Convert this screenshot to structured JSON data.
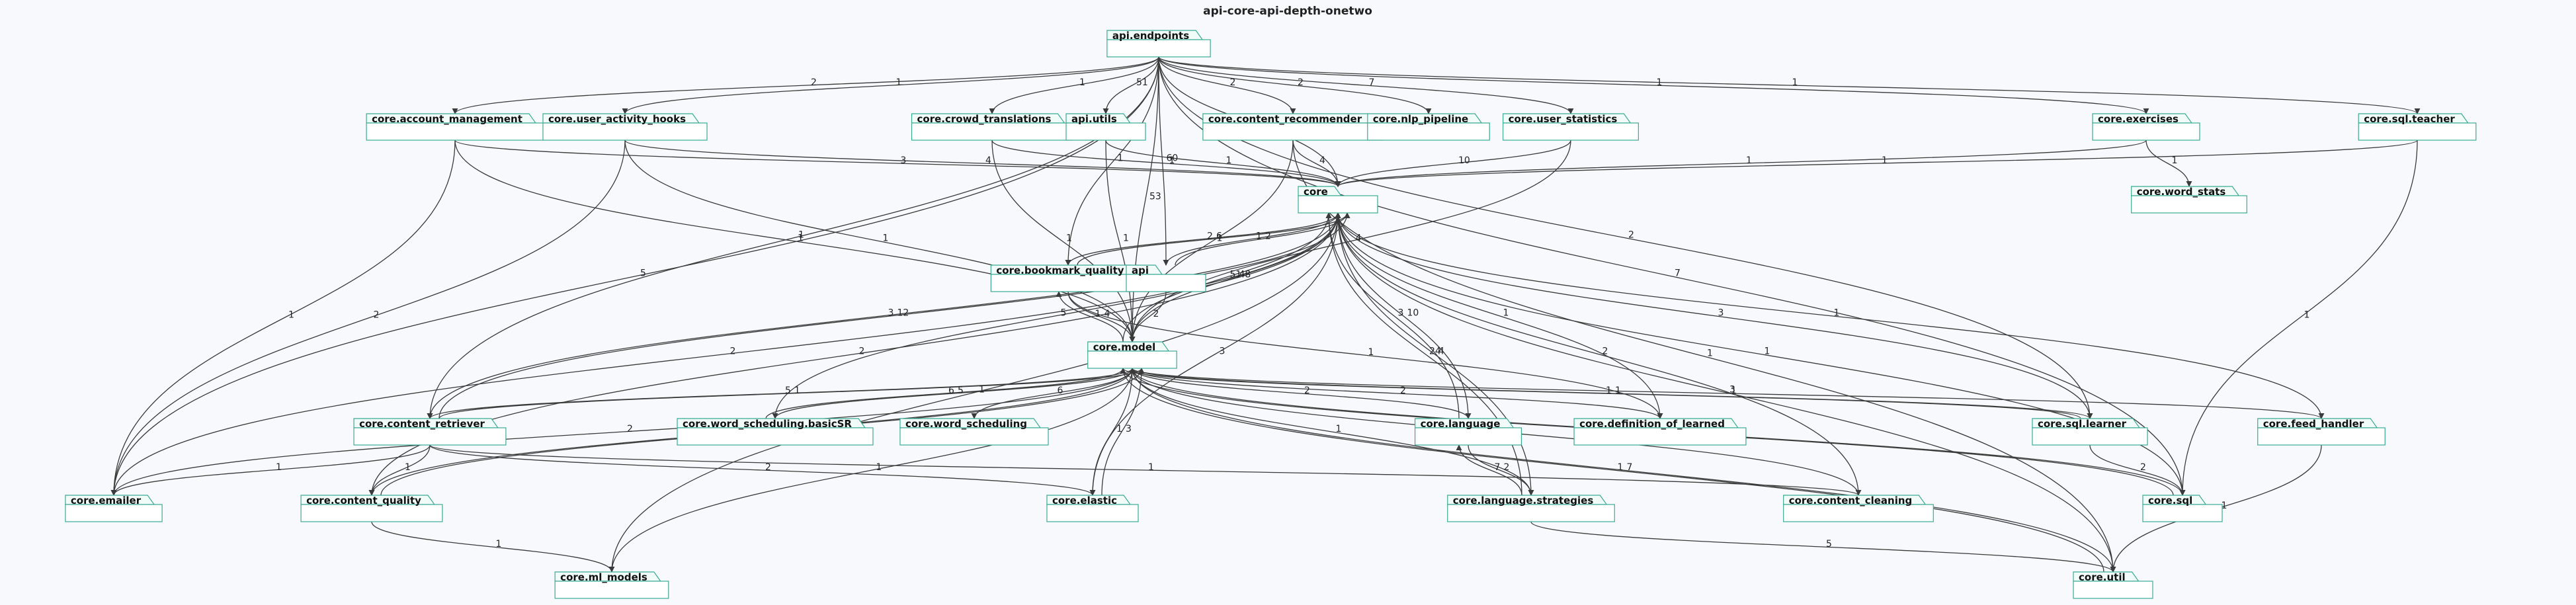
{
  "title": "api-core-api-depth-onetwo",
  "colors": {
    "node_border": "#3aaa94",
    "node_fill": "#ffffff",
    "edge": "#3a3a3a",
    "background": "#f7f9fc"
  },
  "nodes": [
    {
      "id": "api_endpoints",
      "label": "api.endpoints"
    },
    {
      "id": "account_management",
      "label": "core.account_management"
    },
    {
      "id": "user_activity_hooks",
      "label": "core.user_activity_hooks"
    },
    {
      "id": "crowd_translations",
      "label": "core.crowd_translations"
    },
    {
      "id": "api_utils",
      "label": "api.utils"
    },
    {
      "id": "content_recommender",
      "label": "core.content_recommender"
    },
    {
      "id": "nlp_pipeline",
      "label": "core.nlp_pipeline"
    },
    {
      "id": "user_statistics",
      "label": "core.user_statistics"
    },
    {
      "id": "exercises",
      "label": "core.exercises"
    },
    {
      "id": "sql_teacher",
      "label": "core.sql.teacher"
    },
    {
      "id": "core",
      "label": "core"
    },
    {
      "id": "word_stats",
      "label": "core.word_stats"
    },
    {
      "id": "bookmark_quality",
      "label": "core.bookmark_quality"
    },
    {
      "id": "api",
      "label": "api"
    },
    {
      "id": "model",
      "label": "core.model"
    },
    {
      "id": "content_retriever",
      "label": "core.content_retriever"
    },
    {
      "id": "ws_basicsr",
      "label": "core.word_scheduling.basicSR"
    },
    {
      "id": "word_scheduling",
      "label": "core.word_scheduling"
    },
    {
      "id": "language",
      "label": "core.language"
    },
    {
      "id": "definition_of_learned",
      "label": "core.definition_of_learned"
    },
    {
      "id": "sql_learner",
      "label": "core.sql.learner"
    },
    {
      "id": "feed_handler",
      "label": "core.feed_handler"
    },
    {
      "id": "emailer",
      "label": "core.emailer"
    },
    {
      "id": "content_quality",
      "label": "core.content_quality"
    },
    {
      "id": "elastic",
      "label": "core.elastic"
    },
    {
      "id": "language_strategies",
      "label": "core.language.strategies"
    },
    {
      "id": "content_cleaning",
      "label": "core.content_cleaning"
    },
    {
      "id": "sql",
      "label": "core.sql"
    },
    {
      "id": "ml_models",
      "label": "core.ml_models"
    },
    {
      "id": "util",
      "label": "core.util"
    }
  ],
  "edges": [
    {
      "from": "api_endpoints",
      "to": "account_management",
      "label": "2"
    },
    {
      "from": "api_endpoints",
      "to": "user_activity_hooks",
      "label": "1"
    },
    {
      "from": "api_endpoints",
      "to": "crowd_translations",
      "label": "1"
    },
    {
      "from": "api_endpoints",
      "to": "api_utils",
      "label": "51"
    },
    {
      "from": "api_endpoints",
      "to": "content_recommender",
      "label": "2"
    },
    {
      "from": "api_endpoints",
      "to": "nlp_pipeline",
      "label": "2"
    },
    {
      "from": "api_endpoints",
      "to": "user_statistics",
      "label": "7"
    },
    {
      "from": "api_endpoints",
      "to": "exercises",
      "label": "1"
    },
    {
      "from": "api_endpoints",
      "to": "sql_teacher",
      "label": "1"
    },
    {
      "from": "api_endpoints",
      "to": "core",
      "label": "126"
    },
    {
      "from": "api_endpoints",
      "to": "emailer",
      "label": "5"
    },
    {
      "from": "api_endpoints",
      "to": "content_retriever",
      "label": "1"
    },
    {
      "from": "api_endpoints",
      "to": "model",
      "label": "53"
    },
    {
      "from": "api_endpoints",
      "to": "bookmark_quality",
      "label": "1"
    },
    {
      "from": "api_endpoints",
      "to": "api",
      "label": "60"
    },
    {
      "from": "api_endpoints",
      "to": "sql_learner",
      "label": "2"
    },
    {
      "from": "api_endpoints",
      "to": "sql",
      "label": "7"
    },
    {
      "from": "account_management",
      "to": "core",
      "label": "3"
    },
    {
      "from": "account_management",
      "to": "model",
      "label": "1"
    },
    {
      "from": "account_management",
      "to": "emailer",
      "label": "1"
    },
    {
      "from": "user_activity_hooks",
      "to": "core",
      "label": "4"
    },
    {
      "from": "user_activity_hooks",
      "to": "model",
      "label": "1"
    },
    {
      "from": "user_activity_hooks",
      "to": "emailer",
      "label": "2"
    },
    {
      "from": "crowd_translations",
      "to": "core",
      "label": "1"
    },
    {
      "from": "crowd_translations",
      "to": "model",
      "label": "1"
    },
    {
      "from": "api_utils",
      "to": "core",
      "label": "1"
    },
    {
      "from": "api_utils",
      "to": "model",
      "label": "1"
    },
    {
      "from": "content_recommender",
      "to": "core",
      "label": "4"
    },
    {
      "from": "content_recommender",
      "to": "model",
      "label": "1"
    },
    {
      "from": "content_recommender",
      "to": "util",
      "label": "1"
    },
    {
      "from": "user_statistics",
      "to": "core",
      "label": "10"
    },
    {
      "from": "user_statistics",
      "to": "model",
      "label": "4"
    },
    {
      "from": "exercises",
      "to": "core",
      "label": "1"
    },
    {
      "from": "exercises",
      "to": "word_stats",
      "label": "1"
    },
    {
      "from": "sql_teacher",
      "to": "core",
      "label": "1"
    },
    {
      "from": "sql_teacher",
      "to": "sql",
      "label": "1"
    },
    {
      "from": "core",
      "to": "bookmark_quality",
      "label": "2"
    },
    {
      "from": "core",
      "to": "api",
      "label": "1"
    },
    {
      "from": "core",
      "to": "model",
      "label": "48"
    },
    {
      "from": "core",
      "to": "language",
      "label": "10"
    },
    {
      "from": "core",
      "to": "content_retriever",
      "label": "3"
    },
    {
      "from": "core",
      "to": "language_strategies",
      "label": "4"
    },
    {
      "from": "bookmark_quality",
      "to": "core",
      "label": "6"
    },
    {
      "from": "bookmark_quality",
      "to": "model",
      "label": "4"
    },
    {
      "from": "bookmark_quality",
      "to": "definition_of_learned",
      "label": "1"
    },
    {
      "from": "api",
      "to": "core",
      "label": "2"
    },
    {
      "from": "api",
      "to": "model",
      "label": "2"
    },
    {
      "from": "model",
      "to": "core",
      "label": "51"
    },
    {
      "from": "model",
      "to": "bookmark_quality",
      "label": "1"
    },
    {
      "from": "model",
      "to": "content_retriever",
      "label": "5"
    },
    {
      "from": "model",
      "to": "content_quality",
      "label": "1"
    },
    {
      "from": "model",
      "to": "ws_basicsr",
      "label": "5"
    },
    {
      "from": "model",
      "to": "word_scheduling",
      "label": "6"
    },
    {
      "from": "model",
      "to": "elastic",
      "label": "1"
    },
    {
      "from": "model",
      "to": "util",
      "label": "7"
    },
    {
      "from": "model",
      "to": "language",
      "label": "2"
    },
    {
      "from": "model",
      "to": "definition_of_learned",
      "label": "2"
    },
    {
      "from": "model",
      "to": "sql_learner",
      "label": "1"
    },
    {
      "from": "model",
      "to": "feed_handler",
      "label": "1"
    },
    {
      "from": "model",
      "to": "sql",
      "label": "2"
    },
    {
      "from": "content_retriever",
      "to": "core",
      "label": "12"
    },
    {
      "from": "content_retriever",
      "to": "model",
      "label": "1"
    },
    {
      "from": "content_retriever",
      "to": "emailer",
      "label": "1"
    },
    {
      "from": "content_retriever",
      "to": "content_quality",
      "label": "1"
    },
    {
      "from": "content_retriever",
      "to": "elastic",
      "label": "2"
    },
    {
      "from": "content_retriever",
      "to": "content_cleaning",
      "label": "1"
    },
    {
      "from": "ws_basicsr",
      "to": "core",
      "label": "5"
    },
    {
      "from": "ws_basicsr",
      "to": "model",
      "label": "6"
    },
    {
      "from": "language",
      "to": "core",
      "label": "3"
    },
    {
      "from": "language",
      "to": "language_strategies",
      "label": "2"
    },
    {
      "from": "language_strategies",
      "to": "language",
      "label": "7"
    },
    {
      "from": "language_strategies",
      "to": "core",
      "label": "24"
    },
    {
      "from": "language_strategies",
      "to": "model",
      "label": "1"
    },
    {
      "from": "language_strategies",
      "to": "util",
      "label": "5"
    },
    {
      "from": "definition_of_learned",
      "to": "core",
      "label": "1"
    },
    {
      "from": "sql_learner",
      "to": "core",
      "label": "3"
    },
    {
      "from": "sql_learner",
      "to": "model",
      "label": "1"
    },
    {
      "from": "sql_learner",
      "to": "sql",
      "label": "2"
    },
    {
      "from": "feed_handler",
      "to": "core",
      "label": "1"
    },
    {
      "from": "feed_handler",
      "to": "util",
      "label": "1"
    },
    {
      "from": "emailer",
      "to": "core",
      "label": "2"
    },
    {
      "from": "emailer",
      "to": "model",
      "label": "2"
    },
    {
      "from": "content_quality",
      "to": "core",
      "label": "2"
    },
    {
      "from": "content_quality",
      "to": "model",
      "label": "1"
    },
    {
      "from": "content_quality",
      "to": "ml_models",
      "label": "1"
    },
    {
      "from": "elastic",
      "to": "core",
      "label": "3"
    },
    {
      "from": "elastic",
      "to": "model",
      "label": "3"
    },
    {
      "from": "content_cleaning",
      "to": "core",
      "label": "2"
    },
    {
      "from": "content_cleaning",
      "to": "model",
      "label": "1"
    },
    {
      "from": "sql",
      "to": "core",
      "label": "1"
    },
    {
      "from": "sql",
      "to": "model",
      "label": "1"
    },
    {
      "from": "ml_models",
      "to": "model",
      "label": "1"
    },
    {
      "from": "ml_models",
      "to": "core",
      "label": "1"
    },
    {
      "from": "util",
      "to": "core",
      "label": "3"
    },
    {
      "from": "util",
      "to": "model",
      "label": "1"
    }
  ]
}
